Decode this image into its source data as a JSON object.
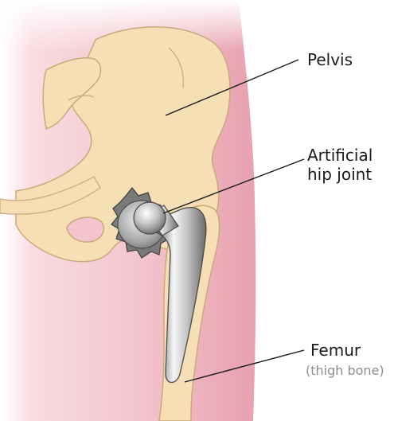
{
  "labels": {
    "pelvis": "Pelvis",
    "artificial_line1": "Artificial",
    "artificial_line2": "hip joint",
    "femur": "Femur",
    "femur_sub": "(thigh bone)"
  },
  "colors": {
    "skin_pink": "#f3c4cd",
    "skin_pink_dark": "#e9a3b1",
    "bone": "#f6dfb4",
    "bone_outline": "#c9a97a",
    "metal_light": "#f2f2f2",
    "metal_mid": "#bdbdbd",
    "metal_dark": "#6e6e6e",
    "leader_line": "#1a1a1a"
  }
}
